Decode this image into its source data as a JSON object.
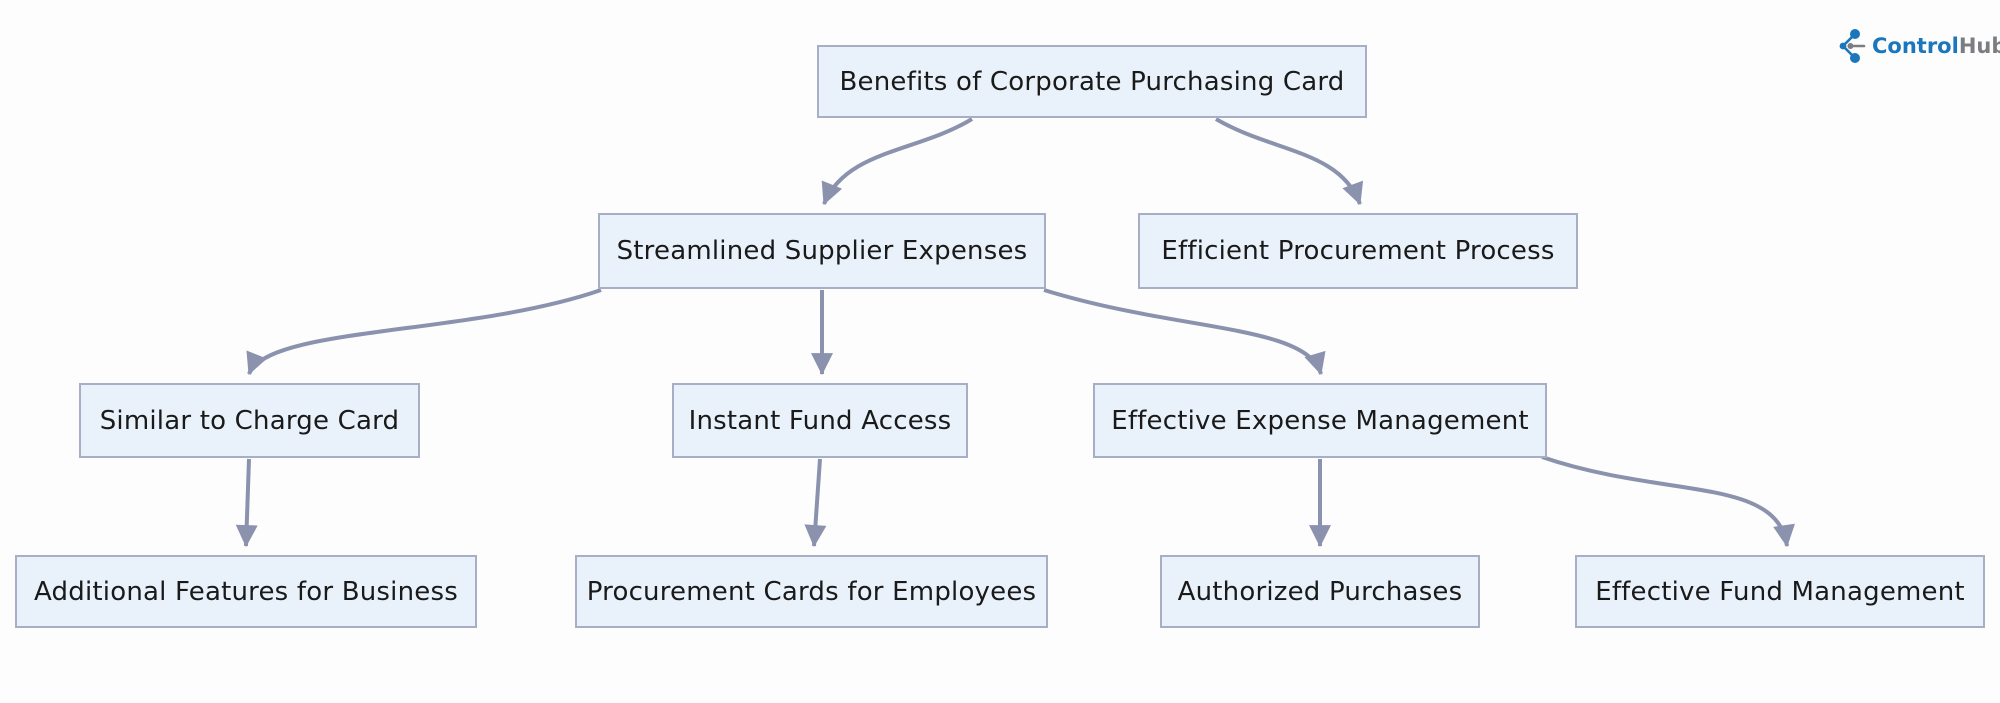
{
  "page": {
    "background": "#fdfdfd"
  },
  "logo": {
    "name": "ControlHub",
    "text_primary": "Control",
    "text_secondary": "Hub",
    "primary_color": "#1b76bc",
    "secondary_color": "#7b7d80"
  },
  "diagram": {
    "type": "flowchart",
    "direction": "top-down",
    "colors": {
      "node_fill": "#e9f2fb",
      "node_border": "#a8aec6",
      "edge": "#8a92ae",
      "text": "#1a1a1a"
    },
    "nodes": [
      {
        "id": "benefits",
        "label": "Benefits of Corporate Purchasing Card"
      },
      {
        "id": "streamlined-supplier-expenses",
        "label": "Streamlined Supplier Expenses"
      },
      {
        "id": "efficient-procurement-process",
        "label": "Efficient Procurement Process"
      },
      {
        "id": "similar-to-charge-card",
        "label": "Similar to Charge Card"
      },
      {
        "id": "instant-fund-access",
        "label": "Instant Fund Access"
      },
      {
        "id": "effective-expense-management",
        "label": "Effective Expense Management"
      },
      {
        "id": "additional-features-for-business",
        "label": "Additional Features for Business"
      },
      {
        "id": "procurement-cards-for-employees",
        "label": "Procurement Cards for Employees"
      },
      {
        "id": "authorized-purchases",
        "label": "Authorized Purchases"
      },
      {
        "id": "effective-fund-management",
        "label": "Effective Fund Management"
      }
    ],
    "edges": [
      {
        "from": "benefits",
        "to": "streamlined-supplier-expenses"
      },
      {
        "from": "benefits",
        "to": "efficient-procurement-process"
      },
      {
        "from": "streamlined-supplier-expenses",
        "to": "similar-to-charge-card"
      },
      {
        "from": "streamlined-supplier-expenses",
        "to": "instant-fund-access"
      },
      {
        "from": "streamlined-supplier-expenses",
        "to": "effective-expense-management"
      },
      {
        "from": "similar-to-charge-card",
        "to": "additional-features-for-business"
      },
      {
        "from": "instant-fund-access",
        "to": "procurement-cards-for-employees"
      },
      {
        "from": "effective-expense-management",
        "to": "authorized-purchases"
      },
      {
        "from": "effective-expense-management",
        "to": "effective-fund-management"
      }
    ]
  }
}
